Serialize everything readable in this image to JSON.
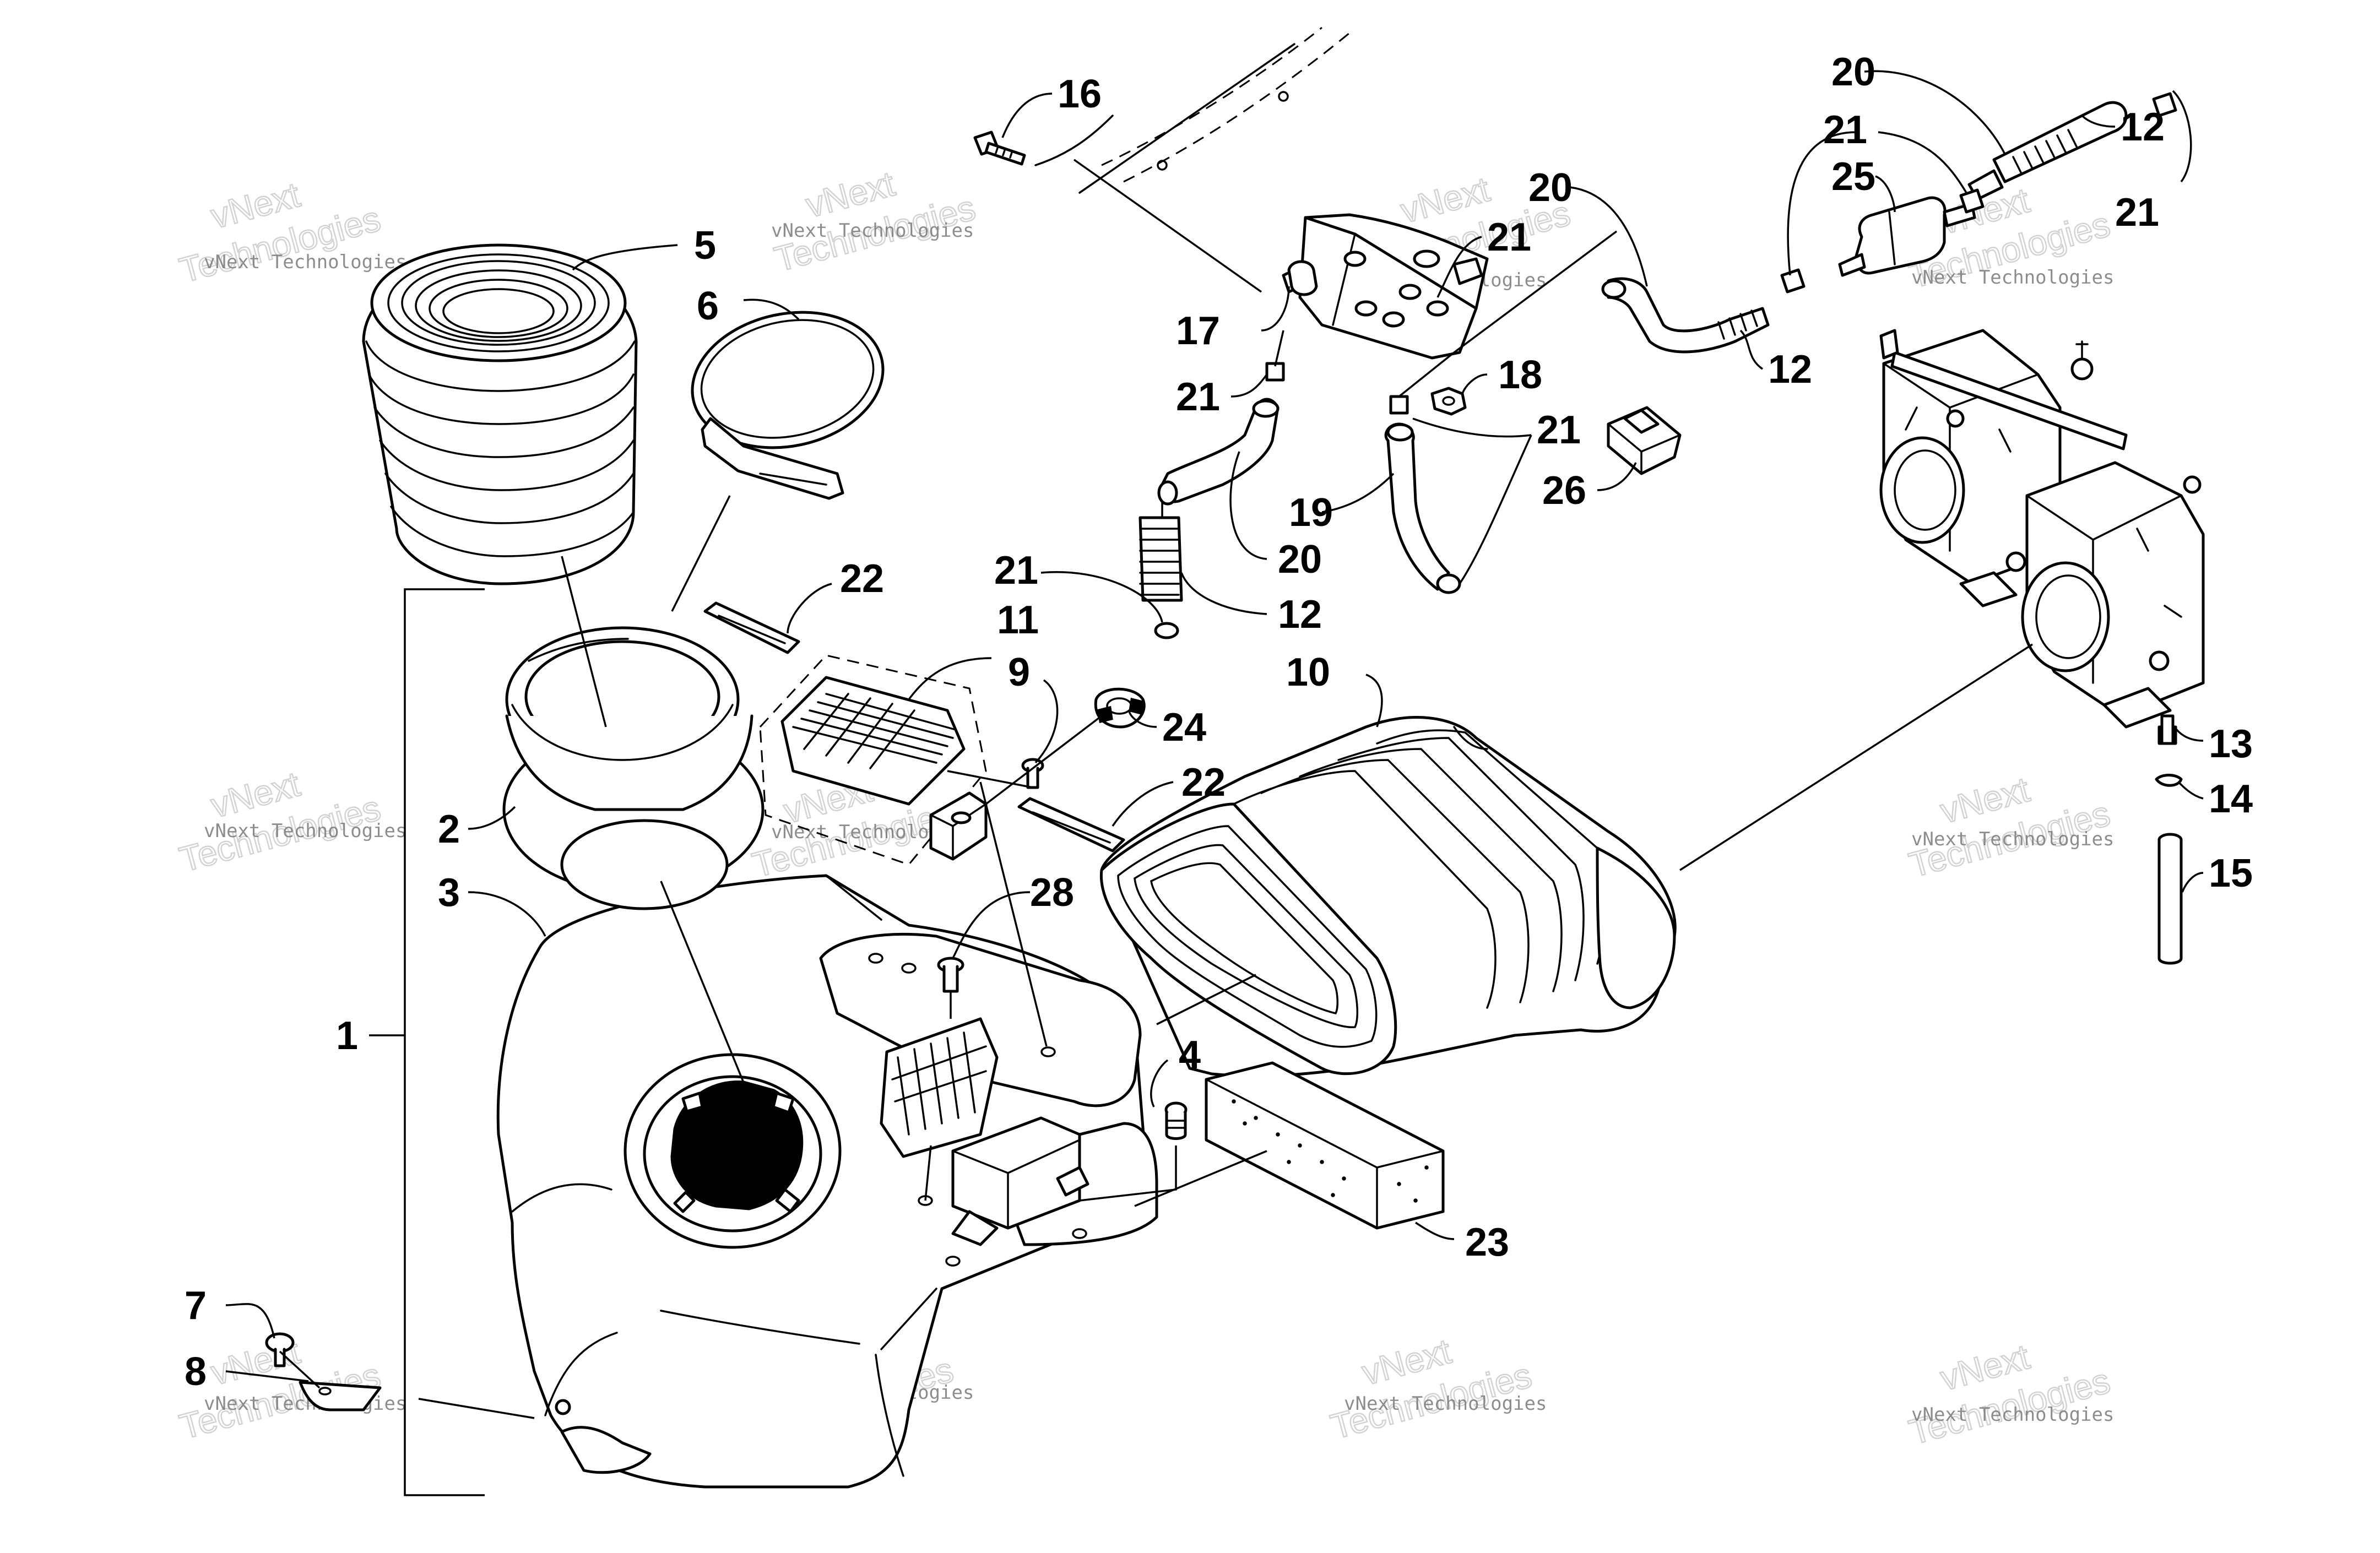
{
  "diagram": {
    "callouts": [
      {
        "id": "c1",
        "label": "1"
      },
      {
        "id": "c2",
        "label": "2"
      },
      {
        "id": "c3",
        "label": "3"
      },
      {
        "id": "c4",
        "label": "4"
      },
      {
        "id": "c5",
        "label": "5"
      },
      {
        "id": "c6",
        "label": "6"
      },
      {
        "id": "c7",
        "label": "7"
      },
      {
        "id": "c8",
        "label": "8"
      },
      {
        "id": "c9",
        "label": "9"
      },
      {
        "id": "c10",
        "label": "10"
      },
      {
        "id": "c11",
        "label": "11"
      },
      {
        "id": "c12a",
        "label": "12"
      },
      {
        "id": "c12b",
        "label": "12"
      },
      {
        "id": "c12c",
        "label": "12"
      },
      {
        "id": "c13",
        "label": "13"
      },
      {
        "id": "c14",
        "label": "14"
      },
      {
        "id": "c15",
        "label": "15"
      },
      {
        "id": "c16",
        "label": "16"
      },
      {
        "id": "c17",
        "label": "17"
      },
      {
        "id": "c18",
        "label": "18"
      },
      {
        "id": "c19",
        "label": "19"
      },
      {
        "id": "c20a",
        "label": "20"
      },
      {
        "id": "c20b",
        "label": "20"
      },
      {
        "id": "c20c",
        "label": "20"
      },
      {
        "id": "c21a",
        "label": "21"
      },
      {
        "id": "c21b",
        "label": "21"
      },
      {
        "id": "c21c",
        "label": "21"
      },
      {
        "id": "c21d",
        "label": "21"
      },
      {
        "id": "c21e",
        "label": "21"
      },
      {
        "id": "c21f",
        "label": "21"
      },
      {
        "id": "c22a",
        "label": "22"
      },
      {
        "id": "c22b",
        "label": "22"
      },
      {
        "id": "c23",
        "label": "23"
      },
      {
        "id": "c24",
        "label": "24"
      },
      {
        "id": "c25",
        "label": "25"
      },
      {
        "id": "c26",
        "label": "26"
      },
      {
        "id": "c28",
        "label": "28"
      }
    ],
    "watermark": {
      "brand": "vNext",
      "name": "vNext Technologies",
      "ghost": "Technologies"
    }
  }
}
